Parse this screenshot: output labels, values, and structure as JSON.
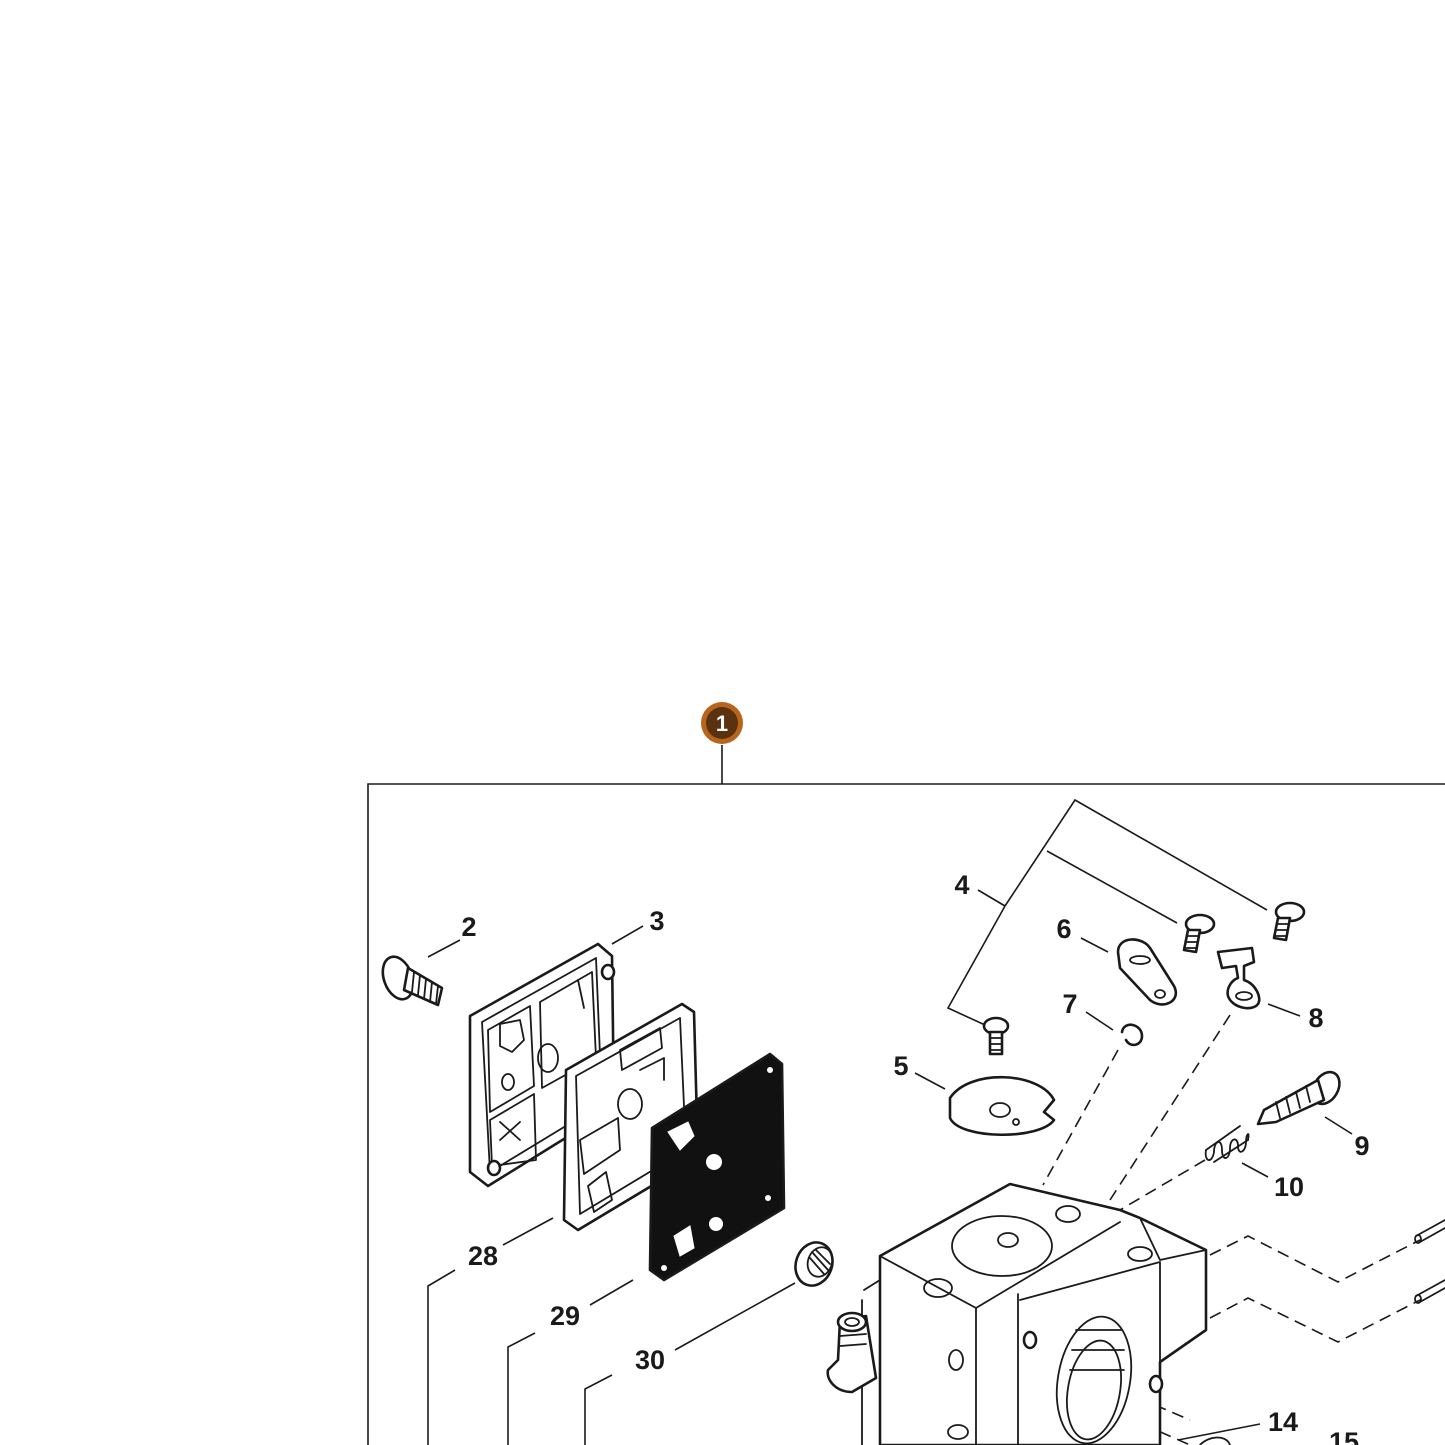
{
  "assembly_callout": {
    "number": "1",
    "color": "#b8651c"
  },
  "part_labels": [
    "2",
    "3",
    "4",
    "5",
    "6",
    "7",
    "8",
    "9",
    "10",
    "14",
    "15",
    "28",
    "29",
    "30"
  ]
}
